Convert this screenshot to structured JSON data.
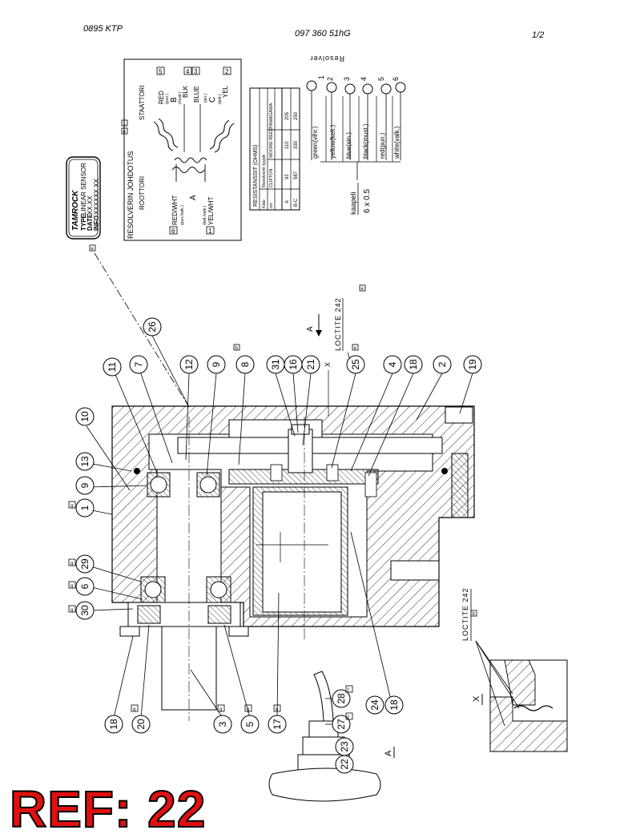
{
  "header": {
    "left": "0895 KTP",
    "center": "097 360 51hG",
    "right": "1/2"
  },
  "nameplate": {
    "logo": "TAMROCK",
    "rows": [
      {
        "key": "TYPE",
        "value": "LINEAR SENSOR"
      },
      {
        "key": "DATE",
        "value": "XX.XX"
      },
      {
        "key": "INFO",
        "value": "XXXXXX XX"
      }
    ]
  },
  "wiring": {
    "title": "RESOLVERIN JOHDOTUS",
    "roottori": "ROOTTORI",
    "staattori": "STAATTORI",
    "rotor_wires": [
      {
        "pin": "6",
        "label": "RED/WHT",
        "sub": "(pun./valk.)"
      },
      {
        "pin": "1",
        "label": "YEL/WHT",
        "sub": "(kelt./valk.)"
      }
    ],
    "rotor_letter": "A",
    "stator_wires": [
      {
        "pin": "5",
        "label": "RED",
        "sub": "(pun.)"
      },
      {
        "pin": "4",
        "label": "BLK",
        "sub": "(must.)"
      },
      {
        "pin": "3",
        "label": "BLUE",
        "sub": "(sin.)"
      },
      {
        "pin": "2",
        "label": "YEL",
        "sub": "(kelt.)"
      }
    ],
    "stator_letters": [
      "B",
      "C"
    ]
  },
  "resistance_table": {
    "title": "RESISTANSSIT (OHMS)",
    "corner_top": "Kää-",
    "corner_bottom": "mi:",
    "types_label": "Resolverin tyypit:",
    "columns": [
      "CLIFTON",
      "MOORE REED",
      "TAMAGAWA"
    ],
    "rows": [
      {
        "name": "A",
        "values": [
          "92",
          "110",
          "205"
        ]
      },
      {
        "name": "B-C",
        "values": [
          "587",
          "330",
          "250"
        ]
      }
    ]
  },
  "cable": {
    "title": "Resolver",
    "pins": [
      "1",
      "2",
      "3",
      "4",
      "5",
      "6"
    ],
    "colors": [
      "green(vihr.)",
      "yellow(kelt.)",
      "blue(sin.)",
      "black(must.)",
      "red(pun.)",
      "white(valk.)"
    ],
    "label": "kaapeli",
    "spec": "6 x 0.5"
  },
  "annotations": {
    "loctite_main": "LOCTITE 242",
    "loctite_detail": "LOCTITE 242",
    "view_a": "A",
    "view_a_bottom": "A",
    "detail_x": "X",
    "detail_x_mark": "X"
  },
  "callouts": [
    {
      "id": "c26",
      "label": "26"
    },
    {
      "id": "c11",
      "label": "11"
    },
    {
      "id": "c7",
      "label": "7"
    },
    {
      "id": "c12",
      "label": "12"
    },
    {
      "id": "c9a",
      "label": "9"
    },
    {
      "id": "c8",
      "label": "8"
    },
    {
      "id": "c31",
      "label": "31"
    },
    {
      "id": "c16",
      "label": "16"
    },
    {
      "id": "c21",
      "label": "21"
    },
    {
      "id": "c25",
      "label": "25"
    },
    {
      "id": "c4",
      "label": "4"
    },
    {
      "id": "c18a",
      "label": "18"
    },
    {
      "id": "c2",
      "label": "2"
    },
    {
      "id": "c19",
      "label": "19"
    },
    {
      "id": "c10",
      "label": "10"
    },
    {
      "id": "c13",
      "label": "13"
    },
    {
      "id": "c9b",
      "label": "9"
    },
    {
      "id": "c1",
      "label": "1"
    },
    {
      "id": "c29",
      "label": "29"
    },
    {
      "id": "c6",
      "label": "6"
    },
    {
      "id": "c30",
      "label": "30"
    },
    {
      "id": "c18b",
      "label": "18"
    },
    {
      "id": "c20",
      "label": "20"
    },
    {
      "id": "c3",
      "label": "3"
    },
    {
      "id": "c5",
      "label": "5"
    },
    {
      "id": "c17",
      "label": "17"
    },
    {
      "id": "c24",
      "label": "24"
    },
    {
      "id": "c18c",
      "label": "18"
    },
    {
      "id": "c28",
      "label": "28"
    },
    {
      "id": "c27",
      "label": "27"
    },
    {
      "id": "c22",
      "label": "22"
    },
    {
      "id": "c23",
      "label": "23"
    }
  ],
  "rev_marks": {
    "e": "e",
    "b": "b",
    "g": "g",
    "f": "f",
    "one": "1"
  },
  "ref_label": "REF: 22"
}
